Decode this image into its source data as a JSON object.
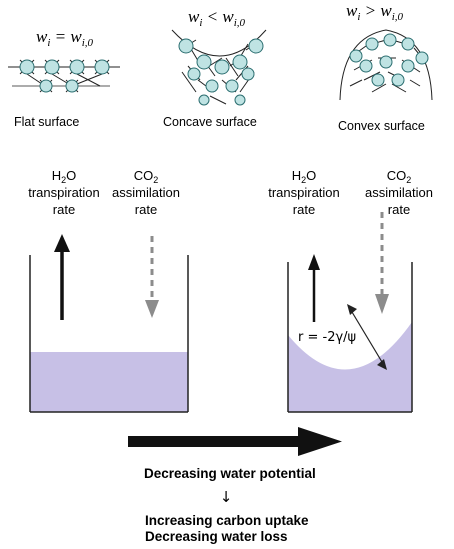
{
  "surfaces": [
    {
      "formula": "w_i = w_{i,0}",
      "label": "Flat surface"
    },
    {
      "formula": "w_i < w_{i,0}",
      "label": "Concave surface"
    },
    {
      "formula": "w_i > w_{i,0}",
      "label": "Convex surface"
    }
  ],
  "fluxes": {
    "h2o_prefix": "H",
    "h2o_sub": "2",
    "h2o_suffix": "O",
    "h2o_line2": "transpiration",
    "h2o_line3": "rate",
    "co2_prefix": "CO",
    "co2_sub": "2",
    "co2_line2": "assimilation",
    "co2_line3": "rate"
  },
  "meniscus_formula": "r = -2γ/ψ",
  "bottom": {
    "arrow_caption": "Decreasing water potential",
    "result_arrow": "↓",
    "result_line1": "Increasing carbon uptake",
    "result_line2": "Decreasing water loss"
  },
  "colors": {
    "water": "#c7c0e6",
    "molecule_fill": "#bfe3e3",
    "molecule_stroke": "#2b6e70",
    "arrow_solid": "#111111",
    "arrow_dashed": "#8c8c8c"
  }
}
